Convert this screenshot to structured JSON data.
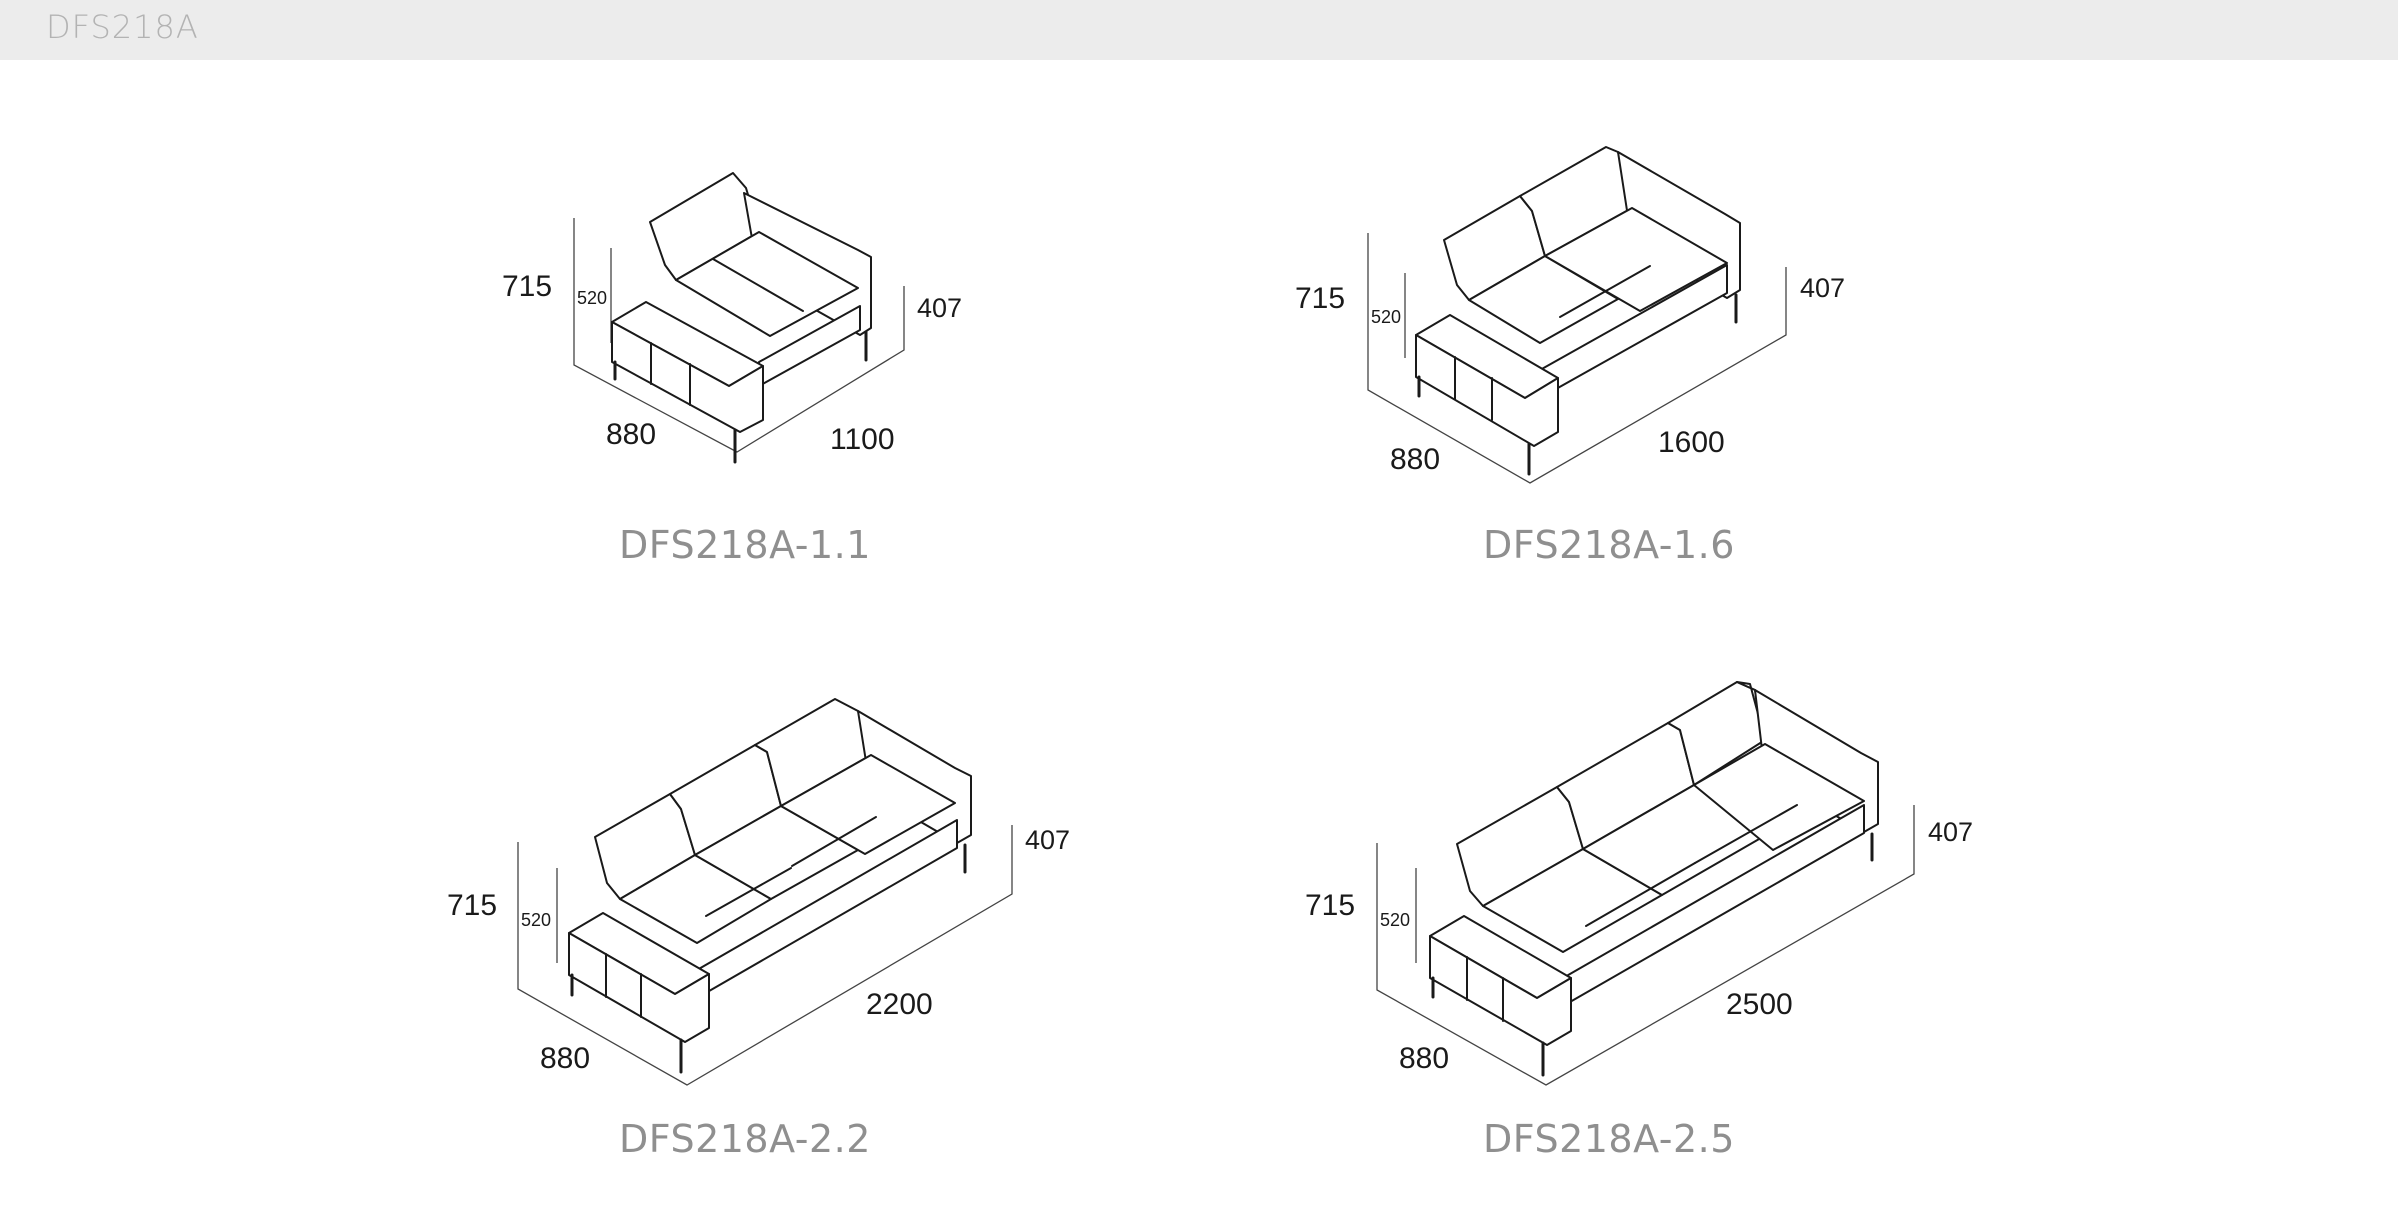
{
  "header": {
    "title": "DFS218A"
  },
  "models": [
    {
      "label": "DFS218A-1.1",
      "height": "715",
      "seat_height": "520",
      "arm_height": "407",
      "depth": "880",
      "width": "1100"
    },
    {
      "label": "DFS218A-1.6",
      "height": "715",
      "seat_height": "520",
      "arm_height": "407",
      "depth": "880",
      "width": "1600"
    },
    {
      "label": "DFS218A-2.2",
      "height": "715",
      "seat_height": "520",
      "arm_height": "407",
      "depth": "880",
      "width": "2200"
    },
    {
      "label": "DFS218A-2.5",
      "height": "715",
      "seat_height": "520",
      "arm_height": "407",
      "depth": "880",
      "width": "2500"
    }
  ]
}
